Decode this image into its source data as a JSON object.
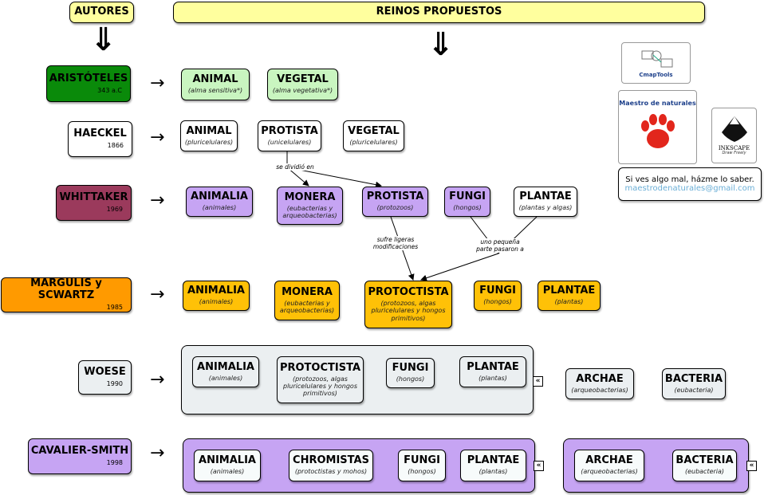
{
  "headers": {
    "autores": "AUTORES",
    "reinos": "REINOS PROPUESTOS"
  },
  "authors": [
    {
      "name": "ARISTÓTELES",
      "year": "343 a.C"
    },
    {
      "name": "HAECKEL",
      "year": "1866"
    },
    {
      "name": "WHITTAKER",
      "year": "1969"
    },
    {
      "name": "MARGULIS y SCWARTZ",
      "year": "1985"
    },
    {
      "name": "WOESE",
      "year": "1990"
    },
    {
      "name": "CAVALIER-SMITH",
      "year": "1998"
    }
  ],
  "rows": {
    "aristoteles": [
      {
        "name": "ANIMAL",
        "sub": "(alma sensitiva*)"
      },
      {
        "name": "VEGETAL",
        "sub": "(alma vegetativa*)"
      }
    ],
    "haeckel": [
      {
        "name": "ANIMAL",
        "sub": "(pluricelulares)"
      },
      {
        "name": "PROTISTA",
        "sub": "(unicelulares)"
      },
      {
        "name": "VEGETAL",
        "sub": "(pluricelulares)"
      }
    ],
    "whittaker": [
      {
        "name": "ANIMALIA",
        "sub": "(animales)"
      },
      {
        "name": "MONERA",
        "sub": "(eubacterias y arqueobacterias)"
      },
      {
        "name": "PROTISTA",
        "sub": "(protozoos)"
      },
      {
        "name": "FUNGI",
        "sub": "(hongos)"
      },
      {
        "name": "PLANTAE",
        "sub": "(plantas y algas)"
      }
    ],
    "margulis": [
      {
        "name": "ANIMALIA",
        "sub": "(animales)"
      },
      {
        "name": "MONERA",
        "sub": "(eubacterias y arqueobacterias)"
      },
      {
        "name": "PROTOCTISTA",
        "sub": "(protozoos, algas pluricelulares y hongos primitivos)"
      },
      {
        "name": "FUNGI",
        "sub": "(hongos)"
      },
      {
        "name": "PLANTAE",
        "sub": "(plantas)"
      }
    ],
    "woese": [
      {
        "name": "ANIMALIA",
        "sub": "(animales)"
      },
      {
        "name": "PROTOCTISTA",
        "sub": "(protozoos, algas pluricelulares y hongos primitivos)"
      },
      {
        "name": "FUNGI",
        "sub": "(hongos)"
      },
      {
        "name": "PLANTAE",
        "sub": "(plantas)"
      },
      {
        "name": "ARCHAE",
        "sub": "(arqueobacterias)"
      },
      {
        "name": "BACTERIA",
        "sub": "(eubacteria)"
      }
    ],
    "cavalier": [
      {
        "name": "ANIMALIA",
        "sub": "(animales)"
      },
      {
        "name": "CHROMISTAS",
        "sub": "(protoctistas y mohos)"
      },
      {
        "name": "FUNGI",
        "sub": "(hongos)"
      },
      {
        "name": "PLANTAE",
        "sub": "(plantas)"
      },
      {
        "name": "ARCHAE",
        "sub": "(arqueobacterias)"
      },
      {
        "name": "BACTERIA",
        "sub": "(eubacteria)"
      }
    ]
  },
  "link_labels": {
    "se_dividio": "se dividió en",
    "sufre": "sufre ligeras modificaciones",
    "pequena": "uno pequeña parte pasaron a"
  },
  "logos": {
    "cmaptools": "CmapTools",
    "maestro": "Maestro de naturales",
    "inkscape": "INKSCAPE",
    "inkscape_tag": "Draw Freely"
  },
  "contact": {
    "message": "Si ves algo mal, házme lo saber.",
    "email": "maestrodenaturales@gmail.com"
  },
  "colors": {
    "green": "#0a8a0a",
    "light_green": "#c9f5c0",
    "purple": "#c6a4f3",
    "dark_purple": "#9b3a5c",
    "orange": "#ff9a00",
    "yellow": "#ffc107",
    "light_yellow": "#ffff9e",
    "grey": "#ebeff1",
    "email_blue": "#6aaed6"
  }
}
